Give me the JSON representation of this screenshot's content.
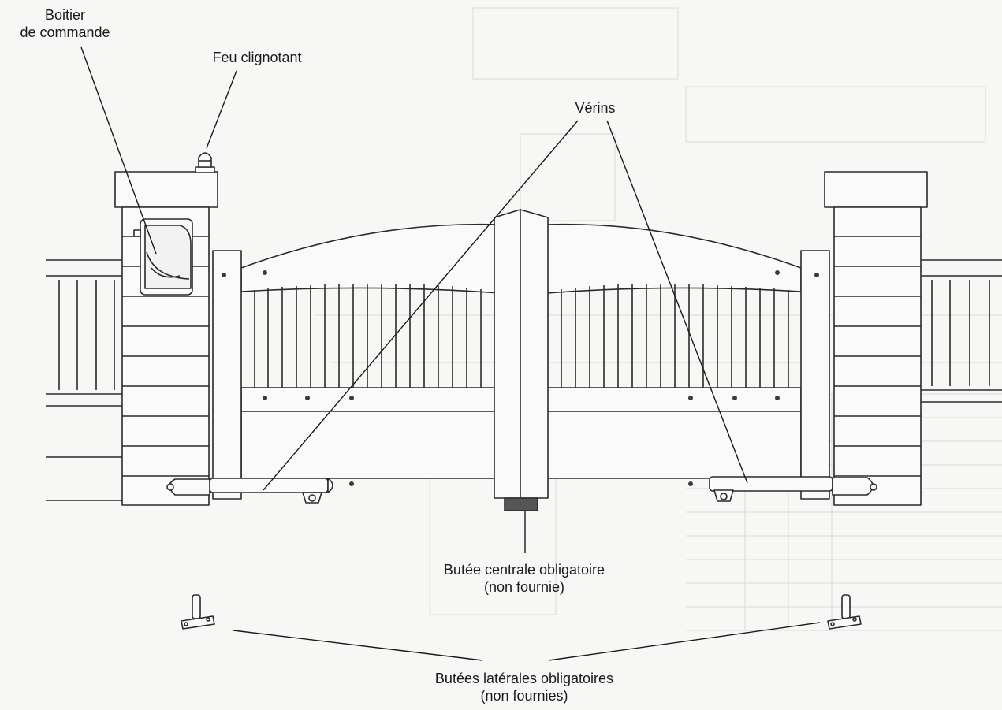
{
  "labels": {
    "control_box": [
      "Boitier",
      "de commande"
    ],
    "flashing_light": "Feu clignotant",
    "actuators": "Vérins",
    "center_stop": [
      "Butée centrale obligatoire",
      "(non fournie)"
    ],
    "side_stops": [
      "Butées latérales obligatoires",
      "(non fournies)"
    ]
  },
  "colors": {
    "line": "#2a2a2a",
    "fill": "#fafafa",
    "background": "#f7f7f6",
    "stop_block": "#555555",
    "bolt": "#3a3a3a"
  }
}
